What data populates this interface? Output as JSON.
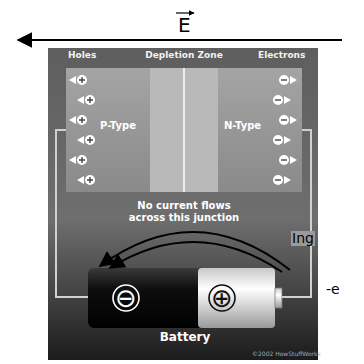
{
  "diagram": {
    "nodes": [
      {
        "text": [
          "Holes",
          "P-Type"
        ]
      },
      {
        "text": [
          "Depletion Zone",
          "No current flows across this junction"
        ]
      },
      {
        "text": [
          "Electrons",
          "N-Type"
        ]
      },
      {
        "text": [
          "⊖",
          "⊕",
          "Battery"
        ]
      }
    ],
    "edges": [
      {
        "from": 0,
        "to": 3,
        "arrow": "none"
      },
      {
        "from": 2,
        "to": 3,
        "arrow": "none"
      }
    ],
    "labels": [
      "E",
      "Ing",
      "-e",
      "©2002 HowStuffWorks"
    ]
  }
}
